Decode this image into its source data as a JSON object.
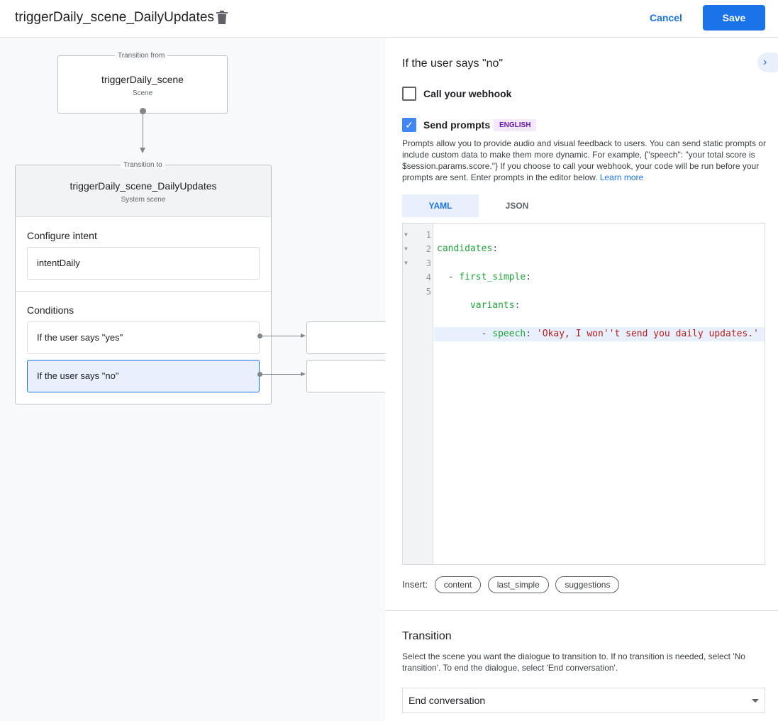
{
  "header": {
    "title": "triggerDaily_scene_DailyUpdates",
    "cancel": "Cancel",
    "save": "Save"
  },
  "canvas": {
    "from": {
      "label": "Transition from",
      "name": "triggerDaily_scene",
      "type": "Scene"
    },
    "to": {
      "label": "Transition to",
      "name": "triggerDaily_scene_DailyUpdates",
      "type": "System scene"
    },
    "intent_title": "Configure intent",
    "intent": "intentDaily",
    "conditions_title": "Conditions",
    "conditions": [
      "If the user says \"yes\"",
      "If the user says \"no\""
    ]
  },
  "panel": {
    "heading": "If the user says \"no\"",
    "webhook": {
      "label": "Call your webhook",
      "checked": false
    },
    "prompts": {
      "label": "Send prompts",
      "checked": true,
      "badge": "ENGLISH"
    },
    "description": "Prompts allow you to provide audio and visual feedback to users. You can send static prompts or include custom data to make them more dynamic. For example, {\"speech\": \"your total score is $session.params.score.\"} If you choose to call your webhook, your code will be run before your prompts are sent. Enter prompts in the editor below.",
    "learn_more": "Learn more",
    "tabs": [
      "YAML",
      "JSON"
    ],
    "active_tab": "YAML",
    "code_lines": [
      "1",
      "2",
      "3",
      "4",
      "5"
    ],
    "insert_label": "Insert:",
    "insert_chips": [
      "content",
      "last_simple",
      "suggestions"
    ],
    "transition": {
      "title": "Transition",
      "description": "Select the scene you want the dialogue to transition to. If no transition is needed, select 'No transition'. To end the dialogue, select 'End conversation'.",
      "value": "End conversation"
    }
  },
  "colors": {
    "accent": "#1a73e8",
    "yaml_key": "#22a33a",
    "yaml_string": "#b71c1c",
    "selected": "#e8f0fe"
  }
}
